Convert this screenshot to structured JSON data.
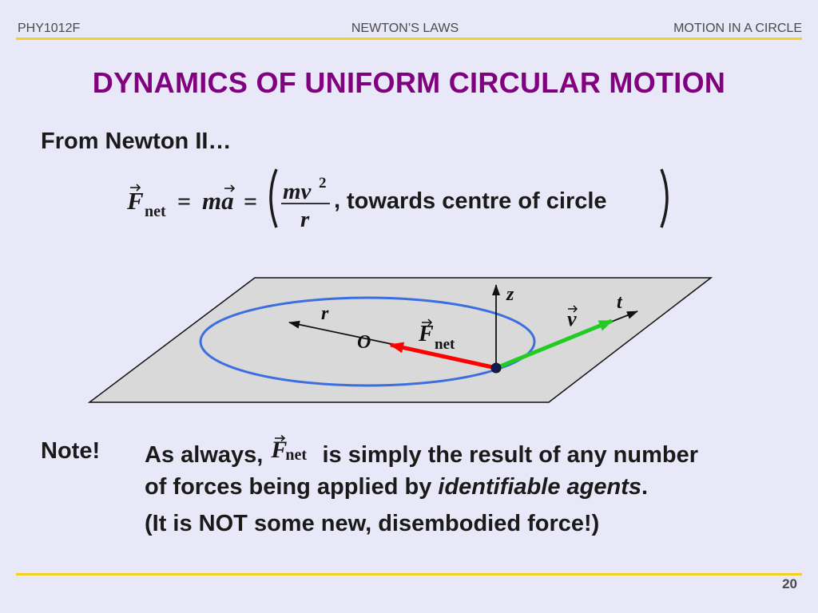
{
  "header": {
    "left": "PHY1012F",
    "center": "NEWTON’S LAWS",
    "right": "MOTION IN A CIRCLE"
  },
  "title": "DYNAMICS OF UNIFORM CIRCULAR MOTION",
  "intro": "From Newton II…",
  "equation": {
    "F": "F",
    "net": "net",
    "eq1": "=",
    "ma": "ma",
    "eq2": "=",
    "numerator": "mv",
    "exponent": "2",
    "denominator": "r",
    "comma": ",",
    "towards": "towards centre of circle"
  },
  "diagram": {
    "z": "z",
    "t": "t",
    "r": "r",
    "O": "O",
    "v": "v",
    "F": "F",
    "net": "net"
  },
  "note": {
    "label": "Note!",
    "line1_prefix": "As always,",
    "line1_F": "F",
    "line1_net": "net",
    "line1_suffix": "is simply the result of any number",
    "line2_prefix": "of forces being applied by",
    "line2_italic": "identifiable agents",
    "line2_suffix": ".",
    "line3": "(It is NOT some new, disembodied force!)"
  },
  "page_number": "20",
  "colors": {
    "background": "#e8e8f8",
    "title": "#800080",
    "rule": "#f4d020",
    "plane": "#d9d9d9",
    "circle": "#3b6fe0",
    "force_arrow": "#ff0000",
    "velocity_arrow": "#22cc22"
  }
}
